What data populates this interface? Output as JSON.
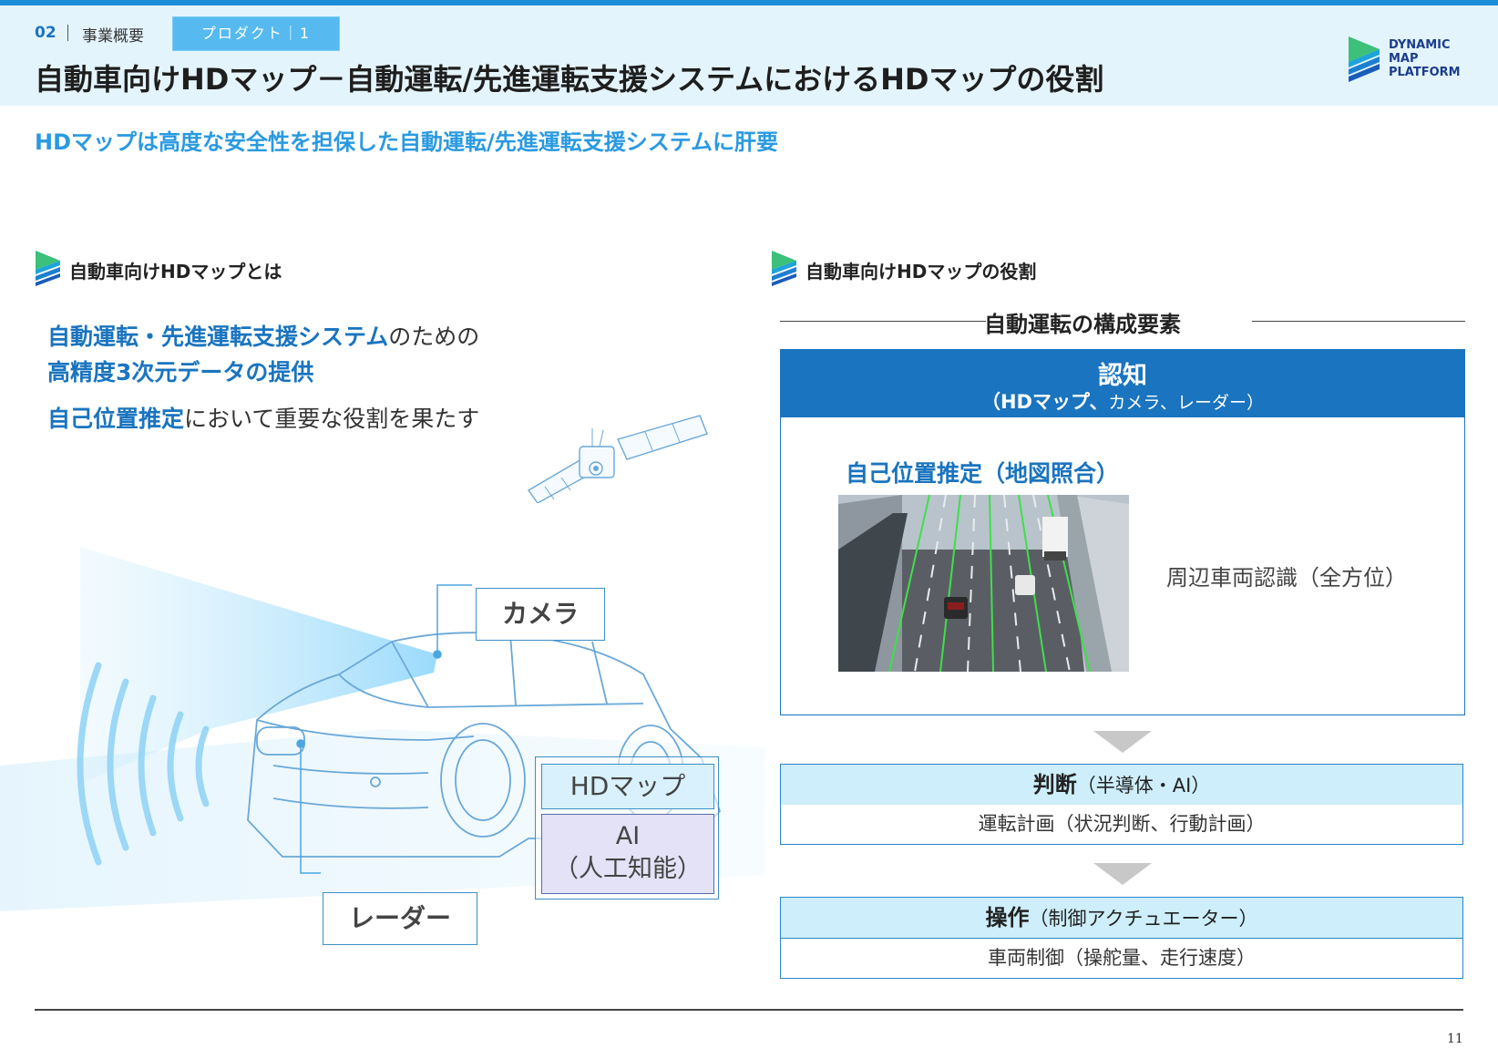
{
  "header": {
    "section_number": "02",
    "section_name": "事業概要",
    "tag": "プロダクト｜1",
    "title": "自動車向けHDマップ－自動運転/先進運転支援システムにおけるHDマップの役割",
    "logo_lines": [
      "DYNAMIC",
      "MAP",
      "PLATFORM"
    ]
  },
  "subtitle": "HDマップは高度な安全性を担保した自動運転/先進運転支援システムに肝要",
  "left": {
    "heading": "自動車向けHDマップとは",
    "line1_bold": "自動運転・先進運転支援システム",
    "line1_rest": "のための",
    "line2_bold": "高精度3次元データの提供",
    "line3_bold": "自己位置推定",
    "line3_rest": "において重要な役割を果たす",
    "callouts": {
      "camera": "カメラ",
      "radar": "レーダー",
      "hdmap": "HDマップ",
      "ai_line1": "AI",
      "ai_line2": "（人工知能）"
    }
  },
  "right": {
    "heading": "自動車向けHDマップの役割",
    "components_title": "自動運転の構成要素",
    "perception": {
      "title": "認知",
      "sub_bold": "（HDマップ、",
      "sub_rest": "カメラ、レーダー）",
      "localization": "自己位置推定（地図照合）",
      "surround": "周辺車両認識（全方位）"
    },
    "judgment": {
      "title_bold": "判断",
      "title_rest": "（半導体・AI）",
      "body": "運転計画（状況判断、行動計画）"
    },
    "operation": {
      "title_bold": "操作",
      "title_rest": "（制御アクチュエーター）",
      "body": "車両制御（操舵量、走行速度）"
    }
  },
  "footer": {
    "page_number": "11"
  },
  "colors": {
    "accent": "#1a74bf",
    "light_blue": "#cdeefa",
    "header_bg": "#e4f4fc",
    "tag_bg": "#56baf0"
  }
}
